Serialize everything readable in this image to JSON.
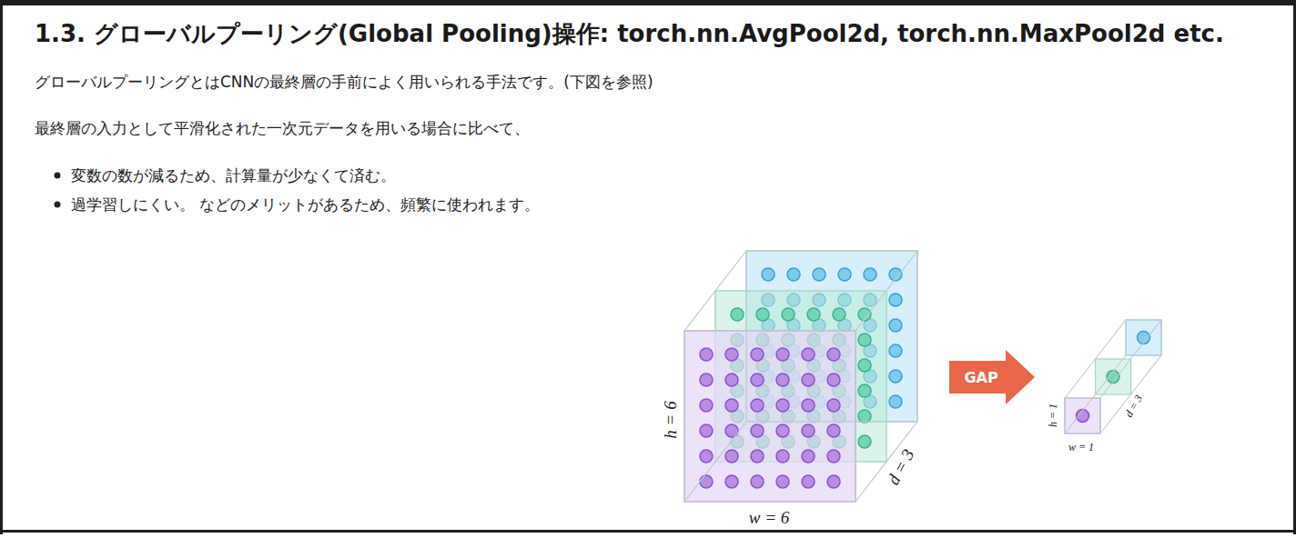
{
  "diagram": {
    "title": "1.3. グローバルプーリング(Global Pooling)操作: torch.nn.AvgPool2d, torch.nn.MaxPool2d etc.",
    "nodes": [
      {
        "text": [
          "GAP"
        ]
      }
    ],
    "labels": [
      "グローバルプーリングとはCNNの最終層の手前によく用いられる手法です。(下図を参照)",
      "最終層の入力として平滑化された一次元データを用いる場合に比べて、",
      "変数の数が減るため、計算量が少なくて済む。",
      "過学習しにくい。 などのメリットがあるため、頻繁に使われます。",
      "h = 6",
      "w = 6",
      "d = 3",
      "h = 1",
      "w = 1",
      "d = 3"
    ]
  }
}
